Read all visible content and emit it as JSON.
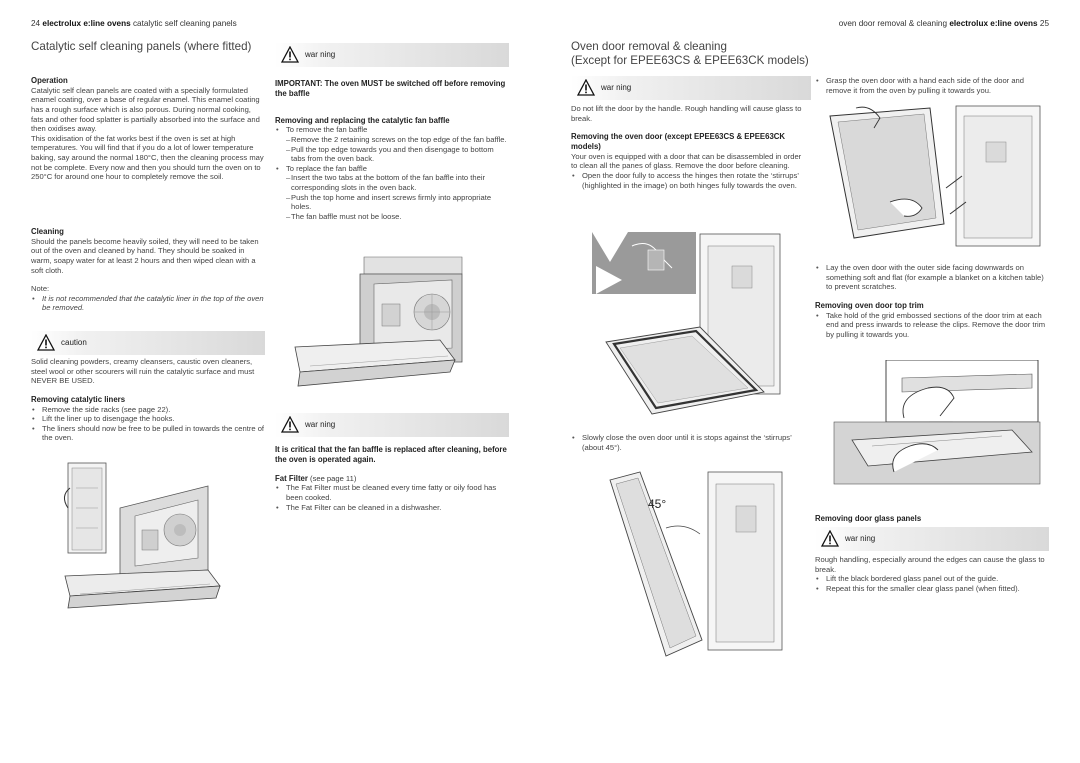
{
  "header": {
    "left_page_num": "24",
    "left_brand": "electrolux e:line ovens",
    "left_section": "catalytic self cleaning panels",
    "right_section": "oven door removal & cleaning",
    "right_brand": "electrolux e:line ovens",
    "right_page_num": "25"
  },
  "col1": {
    "title": "Catalytic self cleaning panels (where fitted)",
    "operation_heading": "Operation",
    "operation_p1": "Catalytic self clean panels are coated with a specially formulated enamel coating, over a base of regular enamel. This enamel coating has a rough surface which is also porous. During normal cooking, fats and other food splatter is partially absorbed into the surface and then oxidises away.",
    "operation_p2": "This oxidisation of the fat works best if the oven is set at high temperatures. You will find that if you do a lot of lower temperature baking, say around the normal 180°C, then the cleaning process may not be complete. Every now and then you should turn the oven on to 250°C for around one hour to completely remove the soil.",
    "cleaning_heading": "Cleaning",
    "cleaning_p": "Should the panels become heavily soiled, they will need to be taken out of the oven and cleaned by hand. They should be soaked in warm, soapy water for at least 2 hours and then wiped clean with a soft cloth.",
    "note_label": "Note:",
    "note_text": "It is not recommended that the catalytic liner in the top of the oven be removed.",
    "caution_label": "caution",
    "caution_text": "Solid cleaning powders, creamy cleansers, caustic oven cleaners, steel wool or other scourers will ruin the catalytic surface and must NEVER BE USED.",
    "liners_heading": "Removing catalytic liners",
    "liners_items": [
      "Remove the side racks (see page 22).",
      "Lift the liner up to disengage the hooks.",
      "The liners should now be free to be pulled in towards the centre of the oven."
    ]
  },
  "col2": {
    "warning1_label": "war ning",
    "important_text": "IMPORTANT: The oven MUST be switched off before removing the baffle",
    "fan_heading": "Removing and replacing the catalytic fan baffle",
    "remove_item": "To remove the fan baffle",
    "remove_steps": [
      "Remove the 2 retaining screws on the top edge of the fan baffle.",
      "Pull the top edge towards you and then disengage to bottom tabs from the oven back."
    ],
    "replace_item": "To replace the fan baffle",
    "replace_steps": [
      "Insert the two tabs at the bottom of the fan baffle into their corresponding slots in the oven back.",
      "Push the top home and insert screws firmly into appropriate holes.",
      "The fan baffle must not be loose."
    ],
    "warning2_label": "war ning",
    "critical_text": "It is critical that the fan baffle is replaced after cleaning, before the oven is operated again.",
    "fat_heading": "Fat Filter",
    "fat_ref": " (see page 11)",
    "fat_items": [
      "The Fat Filter must be cleaned every time fatty or oily food has been cooked.",
      "The Fat Filter can be cleaned in a dishwasher."
    ]
  },
  "col3": {
    "title_line1": "Oven door removal & cleaning",
    "title_line2": "(Except for EPEE63CS & EPEE63CK models)",
    "warning_label": "war ning",
    "warning_text": "Do not lift the door by the handle. Rough handling will cause glass to break.",
    "door_heading": "Removing the oven door (except EPEE63CS & EPEE63CK models)",
    "door_p": "Your oven is equipped with a door that can be disassembled in order to clean all the panes of glass. Remove the door before cleaning.",
    "door_item": "Open the door fully to access the hinges then rotate the ‘stirrups’ (highlighted in the image) on both hinges fully towards the oven.",
    "close_item": "Slowly close the oven door until it is stops against the ‘stirrups’ (about 45°).",
    "angle_label": "45°"
  },
  "col4": {
    "grasp_item": "Grasp the oven door with a hand each side of the door and remove it from the oven by pulling it towards you.",
    "lay_item": "Lay the oven door with the outer side facing downwards on something soft and flat (for example a blanket on a kitchen table) to prevent scratches.",
    "trim_heading": "Removing oven door top trim",
    "trim_item": "Take hold of the grid embossed sections of the door trim at each end and press inwards to release the clips. Remove the door trim by pulling it towards you.",
    "glass_heading": "Removing door glass panels",
    "warning_label": "war ning",
    "glass_p": "Rough handling, especially around the edges can cause the glass to break.",
    "glass_items": [
      "Lift the black bordered glass panel out of the guide.",
      "Repeat this for the smaller clear glass panel (when fitted)."
    ]
  }
}
